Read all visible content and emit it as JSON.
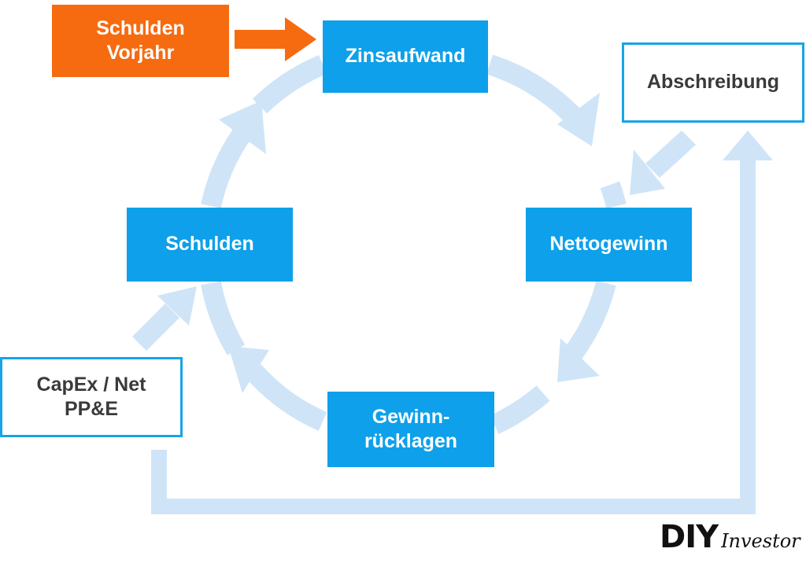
{
  "colors": {
    "box_blue": "#0ea0ea",
    "box_orange": "#f66b10",
    "outline_border": "#17a4e8",
    "cycle_arrow": "#cfe4f7",
    "logo_text": "#111111"
  },
  "nodes": {
    "zinsaufwand": "Zinsaufwand",
    "nettogewinn": "Nettogewinn",
    "gewinnruecklagen_line1": "Gewinn-",
    "gewinnruecklagen_line2": "rücklagen",
    "schulden": "Schulden",
    "schulden_vorjahr_line1": "Schulden",
    "schulden_vorjahr_line2": "Vorjahr",
    "abschreibung": "Abschreibung",
    "capex_line1": "CapEx / Net",
    "capex_line2": "PP&E"
  },
  "logo": {
    "primary": "DIY",
    "secondary": "Investor"
  }
}
